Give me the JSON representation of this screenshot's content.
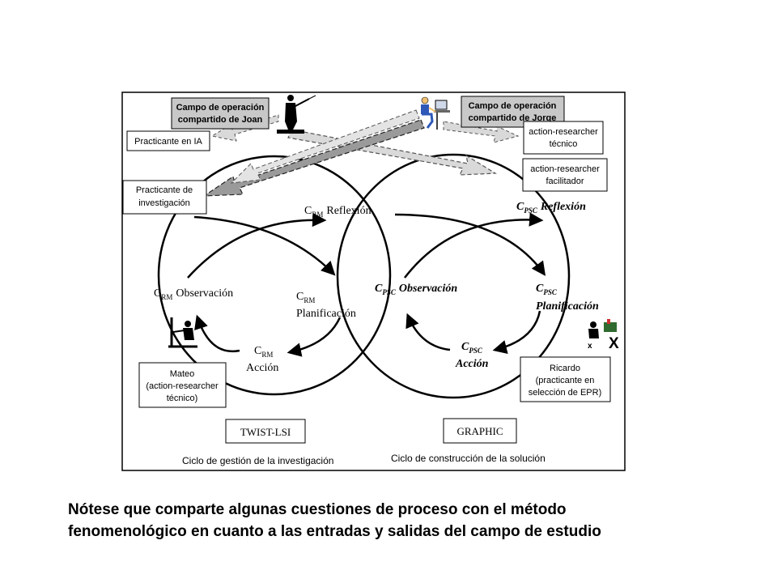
{
  "shared_fields": {
    "joan": [
      "Campo de operación",
      "compartido de Joan"
    ],
    "jorge": [
      "Campo de operación",
      "compartido de Jorge"
    ]
  },
  "left_cycle": {
    "labels": {
      "practicante_ia": "Practicante en IA",
      "practicante_inv": [
        "Practicante de",
        "investigación"
      ],
      "mateo": [
        "Mateo",
        "(action-researcher",
        "técnico)"
      ]
    },
    "subscript": "RM",
    "stage_reflexion": "Reflexión",
    "stage_observacion": "Observación",
    "stage_planificacion": "Planificación",
    "stage_accion": "Acción",
    "project": "TWIST-LSI",
    "cycle_title": "Ciclo de gestión de la investigación"
  },
  "right_cycle": {
    "labels": {
      "ar_tecnico": [
        "action-researcher",
        "técnico"
      ],
      "ar_facilitador": [
        "action-researcher",
        "facilitador"
      ],
      "ricardo": [
        "Ricardo",
        "(practicante en",
        "selección de EPR)"
      ]
    },
    "subscript": "PSC",
    "stage_reflexion": "Reflexión",
    "stage_observacion": "Observación",
    "stage_planificacion": "Planificación",
    "stage_accion": "Acción",
    "project": "GRAPHIC",
    "cycle_title": "Ciclo de construcción de la solución"
  },
  "caption": {
    "line1": "Nótese que comparte algunas cuestiones de proceso con el método",
    "line2": "fenomenológico en cuanto a las entradas y salidas del campo de estudio"
  },
  "colors": {
    "shared_box_fill": "#c8c8c8",
    "arrow_fill": "#d9d9d9",
    "stroke": "#000000"
  }
}
